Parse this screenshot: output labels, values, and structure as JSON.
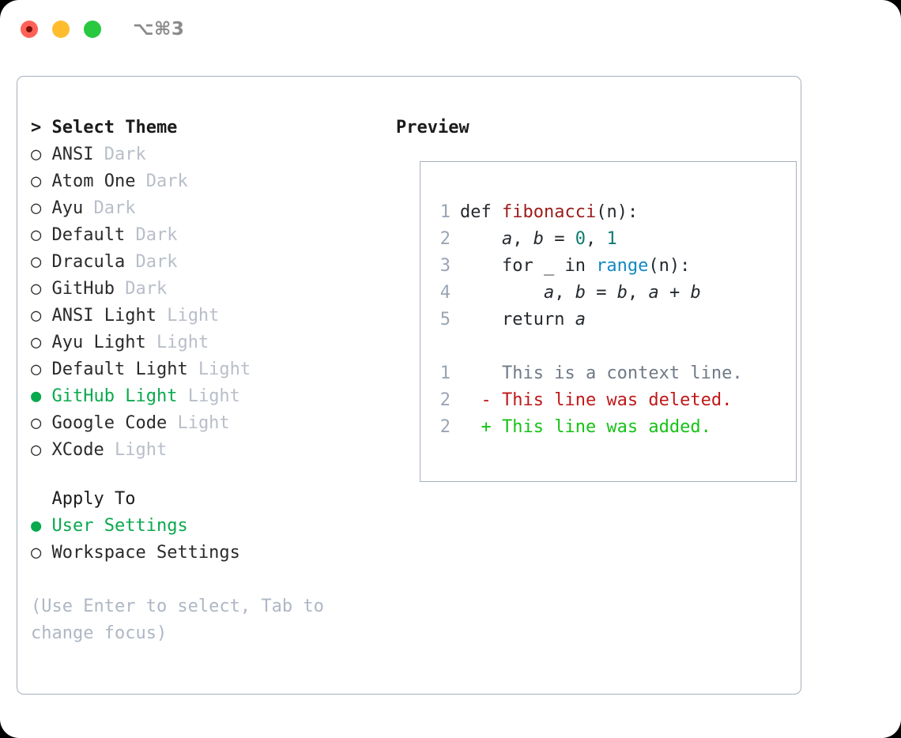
{
  "window": {
    "shortcut_label": "⌥⌘3",
    "traffic_lights": [
      "close",
      "minimize",
      "zoom"
    ]
  },
  "theme_panel": {
    "header": "> Select Theme",
    "header_focused": true,
    "items": [
      {
        "bullet": "○ ",
        "name": "ANSI",
        "tag": " Dark",
        "selected": false
      },
      {
        "bullet": "○ ",
        "name": "Atom One",
        "tag": " Dark",
        "selected": false
      },
      {
        "bullet": "○ ",
        "name": "Ayu",
        "tag": " Dark",
        "selected": false
      },
      {
        "bullet": "○ ",
        "name": "Default",
        "tag": " Dark",
        "selected": false
      },
      {
        "bullet": "○ ",
        "name": "Dracula",
        "tag": " Dark",
        "selected": false
      },
      {
        "bullet": "○ ",
        "name": "GitHub",
        "tag": " Dark",
        "selected": false
      },
      {
        "bullet": "○ ",
        "name": "ANSI Light",
        "tag": " Light",
        "selected": false
      },
      {
        "bullet": "○ ",
        "name": "Ayu Light",
        "tag": " Light",
        "selected": false
      },
      {
        "bullet": "○ ",
        "name": "Default Light",
        "tag": " Light",
        "selected": false
      },
      {
        "bullet": "● ",
        "name": "GitHub Light",
        "tag": " Light",
        "selected": true
      },
      {
        "bullet": "○ ",
        "name": "Google Code",
        "tag": " Light",
        "selected": false
      },
      {
        "bullet": "○ ",
        "name": "XCode",
        "tag": " Light",
        "selected": false
      }
    ]
  },
  "apply_to": {
    "header": "  Apply To",
    "header_focused": false,
    "items": [
      {
        "bullet": "● ",
        "name": "User Settings",
        "tag": "",
        "selected": true
      },
      {
        "bullet": "○ ",
        "name": "Workspace Settings",
        "tag": "",
        "selected": false
      }
    ]
  },
  "hint": "(Use Enter to select, Tab to change focus)",
  "preview": {
    "title": "Preview",
    "code": [
      {
        "num": "1",
        "parts": [
          {
            "t": "def ",
            "c": "plain"
          },
          {
            "t": "fibonacci",
            "c": "fn"
          },
          {
            "t": "(n):",
            "c": "plain"
          }
        ]
      },
      {
        "num": "2",
        "parts": [
          {
            "t": "    ",
            "c": "plain"
          },
          {
            "t": "a",
            "c": "var"
          },
          {
            "t": ", ",
            "c": "plain"
          },
          {
            "t": "b",
            "c": "var"
          },
          {
            "t": " = ",
            "c": "plain"
          },
          {
            "t": "0",
            "c": "num"
          },
          {
            "t": ", ",
            "c": "plain"
          },
          {
            "t": "1",
            "c": "num"
          }
        ]
      },
      {
        "num": "3",
        "parts": [
          {
            "t": "    for _ in ",
            "c": "plain"
          },
          {
            "t": "range",
            "c": "builtin"
          },
          {
            "t": "(n):",
            "c": "plain"
          }
        ]
      },
      {
        "num": "4",
        "parts": [
          {
            "t": "        ",
            "c": "plain"
          },
          {
            "t": "a",
            "c": "var"
          },
          {
            "t": ", ",
            "c": "plain"
          },
          {
            "t": "b",
            "c": "var"
          },
          {
            "t": " = ",
            "c": "plain"
          },
          {
            "t": "b",
            "c": "var"
          },
          {
            "t": ", ",
            "c": "plain"
          },
          {
            "t": "a",
            "c": "var"
          },
          {
            "t": " + ",
            "c": "plain"
          },
          {
            "t": "b",
            "c": "var"
          }
        ]
      },
      {
        "num": "5",
        "parts": [
          {
            "t": "    return ",
            "c": "plain"
          },
          {
            "t": "a",
            "c": "var"
          }
        ]
      }
    ],
    "diff": [
      {
        "num": "1",
        "marker": "  ",
        "text": "This is a context line.",
        "kind": "ctx"
      },
      {
        "num": "2",
        "marker": "- ",
        "text": "This line was deleted.",
        "kind": "del"
      },
      {
        "num": "2",
        "marker": "+ ",
        "text": "This line was added.",
        "kind": "add"
      }
    ]
  },
  "colors": {
    "accent_green": "#0aa94e",
    "diff_add": "#16c216",
    "diff_del": "#c01818",
    "border": "#a7b0bd",
    "muted": "#b8bec9",
    "hint": "#aeb7c4",
    "fn": "#9b1c1c",
    "num": "#0f7b72",
    "builtin": "#1288c4"
  }
}
